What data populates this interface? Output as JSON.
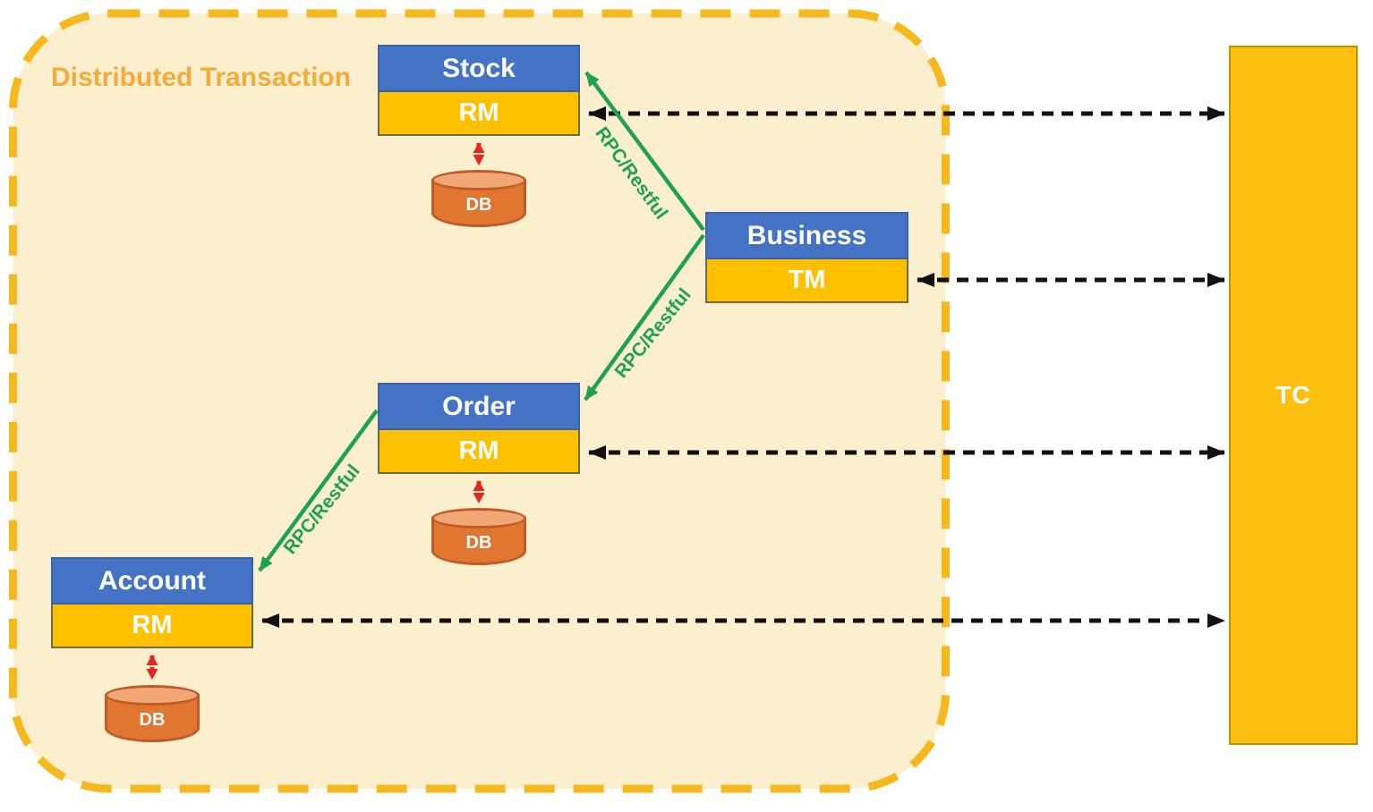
{
  "title": "Distributed Transaction",
  "services": {
    "stock": {
      "name": "Stock",
      "role": "RM"
    },
    "business": {
      "name": "Business",
      "role": "TM"
    },
    "order": {
      "name": "Order",
      "role": "RM"
    },
    "account": {
      "name": "Account",
      "role": "RM"
    }
  },
  "databases": {
    "label": "DB"
  },
  "coordinator": {
    "label": "TC"
  },
  "connections": {
    "rpc_label": "RPC/Restful"
  },
  "colors": {
    "container_fill": "#FCEFCE",
    "container_border": "#F5B81D",
    "title_text": "#F2AC3B",
    "service_header": "#4472C4",
    "service_band": "#FFC000",
    "db_body": "#E0762F",
    "db_top": "#F2A875",
    "tc_fill": "#FDC011",
    "rpc_arrow": "#1FA24E",
    "db_arrow": "#E8251C",
    "tc_arrow": "#111111"
  }
}
